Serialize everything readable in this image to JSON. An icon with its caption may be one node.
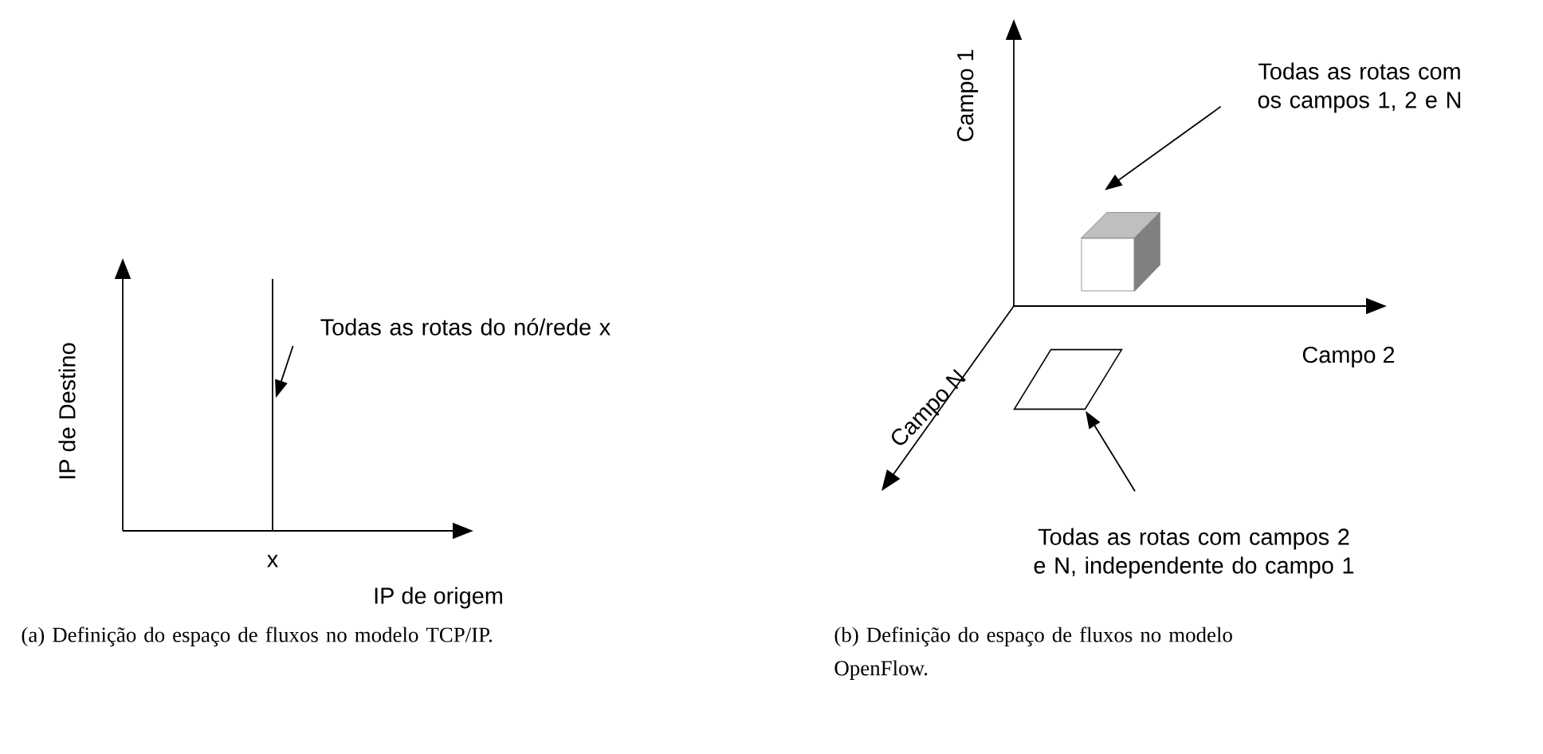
{
  "diagram": {
    "nodes": [
      {
        "text": [
          "Todas as rotas do nó/rede x"
        ]
      },
      {
        "text": [],
        "shape": "bar"
      },
      {
        "text": [
          "Todas as rotas com os campos 1, 2 e N"
        ]
      },
      {
        "text": [],
        "shape": "cube"
      },
      {
        "text": [],
        "shape": "parallelogram"
      },
      {
        "text": [
          "Todas as rotas com campos 2 e N, independente do campo 1"
        ]
      }
    ],
    "edges": [
      {
        "from": 0,
        "to": 1,
        "arrow": "to"
      },
      {
        "from": 2,
        "to": 3,
        "arrow": "to"
      },
      {
        "from": 5,
        "to": 4,
        "arrow": "to"
      }
    ],
    "labels": [
      "IP de Destino",
      "x",
      "IP de origem",
      "Campo 1",
      "Campo 2",
      "Campo N",
      "(a) Definição do espaço de fluxos no modelo TCP/IP.",
      "(b) Definição do espaço de fluxos no modelo OpenFlow."
    ]
  }
}
